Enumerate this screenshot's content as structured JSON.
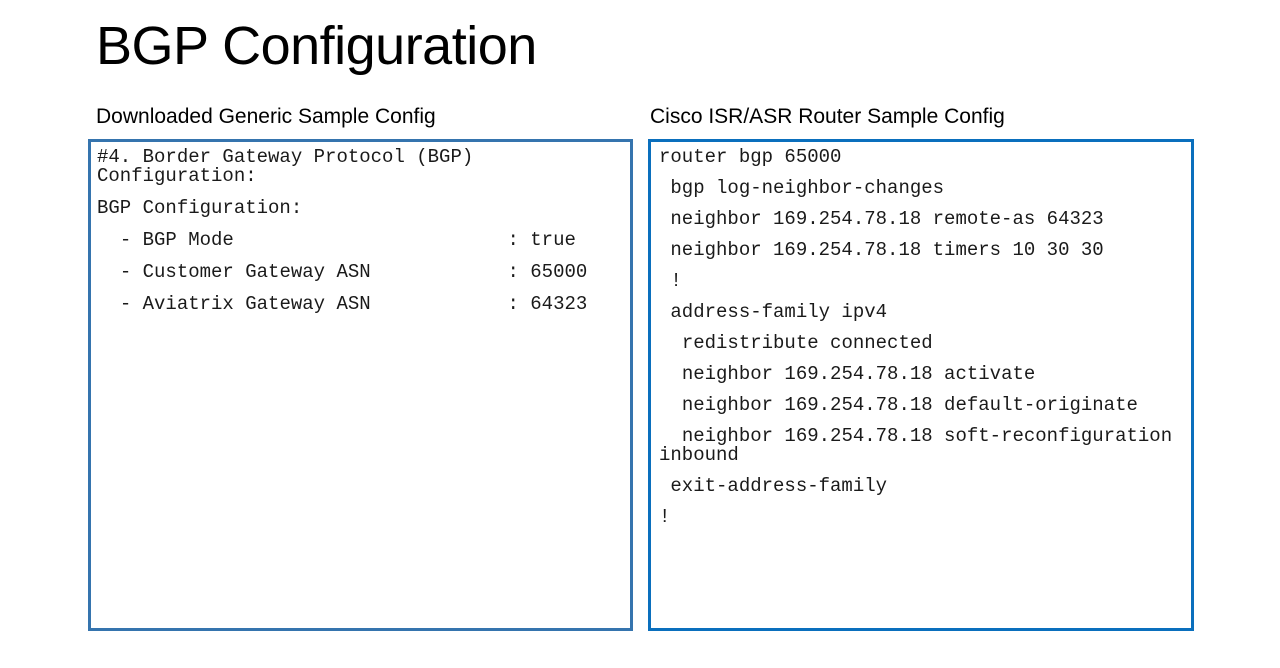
{
  "slide": {
    "title": "BGP Configuration",
    "background_color": "#ffffff"
  },
  "columns": {
    "left": {
      "header": "Downloaded Generic Sample Config",
      "border_color": "#3574AE",
      "code_lines": [
        "#4. Border Gateway Protocol (BGP) Configuration:",
        "BGP Configuration:",
        "  - BGP Mode                        : true",
        "  - Customer Gateway ASN            : 65000",
        "  - Aviatrix Gateway ASN            : 64323"
      ]
    },
    "right": {
      "header": "Cisco ISR/ASR Router Sample Config",
      "border_color": "#0A6FBD",
      "code_lines": [
        "router bgp 65000",
        " bgp log-neighbor-changes",
        " neighbor 169.254.78.18 remote-as 64323",
        " neighbor 169.254.78.18 timers 10 30 30",
        " !",
        " address-family ipv4",
        "  redistribute connected",
        "  neighbor 169.254.78.18 activate",
        "  neighbor 169.254.78.18 default-originate",
        "  neighbor 169.254.78.18 soft-reconfiguration inbound",
        " exit-address-family",
        "!"
      ]
    }
  }
}
